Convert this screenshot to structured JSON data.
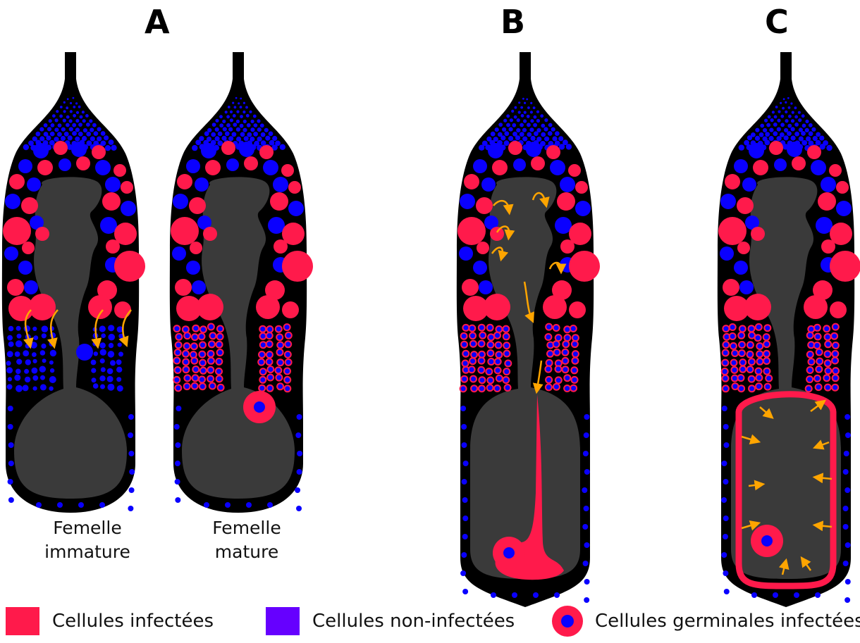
{
  "panels": [
    {
      "letter": "A"
    },
    {
      "letter": "B"
    },
    {
      "letter": "C"
    }
  ],
  "captions": {
    "immature_line1": "Femelle",
    "immature_line2": "immature",
    "mature_line1": "Femelle",
    "mature_line2": "mature"
  },
  "legend": {
    "infected": "Cellules infectées",
    "uninfected": "Cellules non-infectées",
    "germinal": "Cellules germinales infectées"
  },
  "colors": {
    "body": "#000000",
    "lumen": "#3a3a3a",
    "infected": "#ff1a4b",
    "uninfected": "#0a00ff",
    "legend_uninfected": "#6600ff",
    "arrow": "#ffa500"
  }
}
